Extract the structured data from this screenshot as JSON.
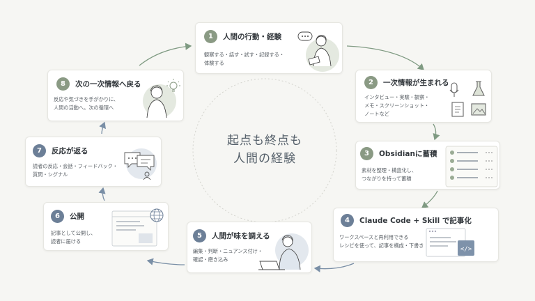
{
  "center": {
    "line1": "起点も終点も",
    "line2": "人間の経験"
  },
  "colors": {
    "green": "#8a9a84",
    "blue": "#6c7f97",
    "arrow": "#7f9a82",
    "arrow_blue": "#7a8fa6"
  },
  "steps": [
    {
      "num": "1",
      "title": "人間の行動・経験",
      "desc": [
        "観察する・話す・試す・記録する・",
        "体験する"
      ],
      "icon": "person-writing-icon"
    },
    {
      "num": "2",
      "title": "一次情報が生まれる",
      "desc": [
        "インタビュー・実験・観察・",
        "メモ・スクリーンショット・",
        "ノートなど"
      ],
      "icon": "sources-icon"
    },
    {
      "num": "3",
      "title": "Obsidianに蓄積",
      "desc": [
        "素材を整理・構造化し、",
        "つながりを持って蓄積"
      ],
      "icon": "notes-list-icon"
    },
    {
      "num": "4",
      "title": "Claude Code + Skill で記事化",
      "desc": [
        "ワークスペースと再利用できる",
        "レシピを使って、記事を構成・下書き"
      ],
      "icon": "code-window-icon"
    },
    {
      "num": "5",
      "title": "人間が味を調える",
      "desc": [
        "編集・判断・ニュアンス付け・",
        "確認・磨き込み"
      ],
      "icon": "person-laptop-icon"
    },
    {
      "num": "6",
      "title": "公開",
      "desc": [
        "記事として公開し、",
        "読者に届ける"
      ],
      "icon": "web-page-icon"
    },
    {
      "num": "7",
      "title": "反応が返る",
      "desc": [
        "読者の反応・会話・フィードバック・",
        "質問・シグナル"
      ],
      "icon": "chat-bubbles-icon"
    },
    {
      "num": "8",
      "title": "次の一次情報へ戻る",
      "desc": [
        "反応や気づきを手がかりに、",
        "人間の活動へ。次の循環へ"
      ],
      "icon": "person-idea-icon"
    }
  ]
}
